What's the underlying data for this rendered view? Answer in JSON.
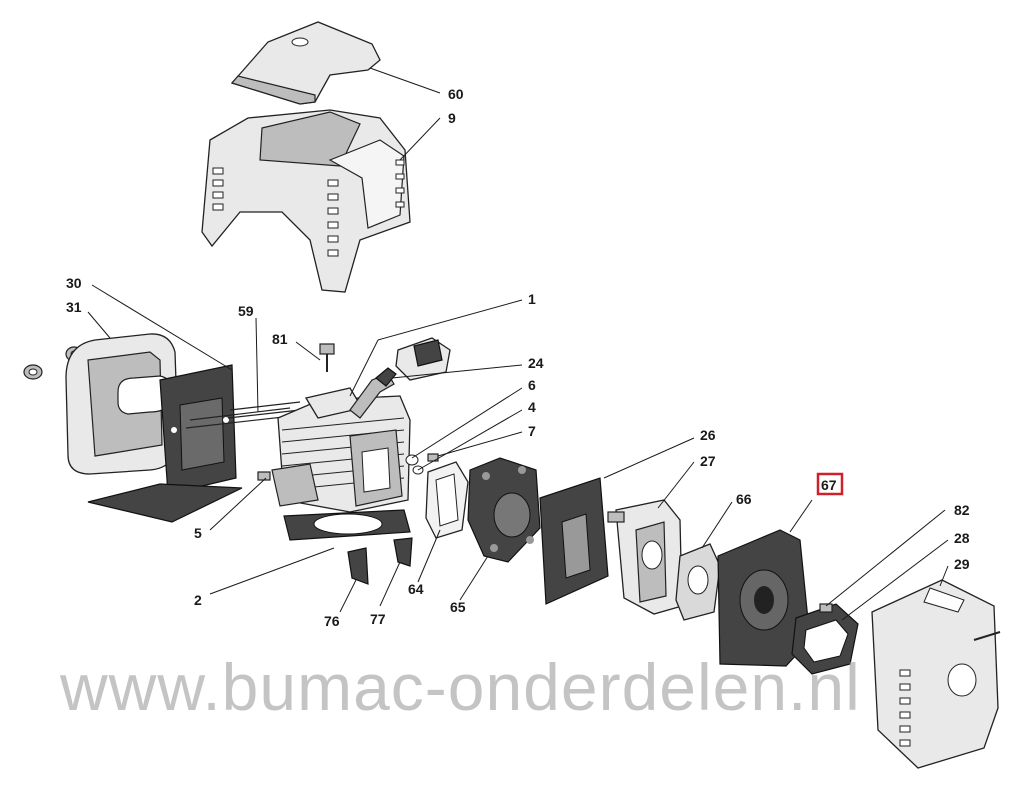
{
  "watermark": "www.bumac-onderdelen.nl",
  "highlight_color": "#d0202a",
  "callouts": {
    "c60": "60",
    "c9": "9",
    "c30": "30",
    "c31": "31",
    "c59": "59",
    "c81": "81",
    "c1": "1",
    "c24": "24",
    "c6": "6",
    "c4": "4",
    "c7": "7",
    "c26": "26",
    "c27": "27",
    "c66": "66",
    "c67": "67",
    "c82": "82",
    "c28": "28",
    "c29": "29",
    "c5": "5",
    "c2": "2",
    "c76": "76",
    "c77": "77",
    "c64": "64",
    "c65": "65"
  }
}
